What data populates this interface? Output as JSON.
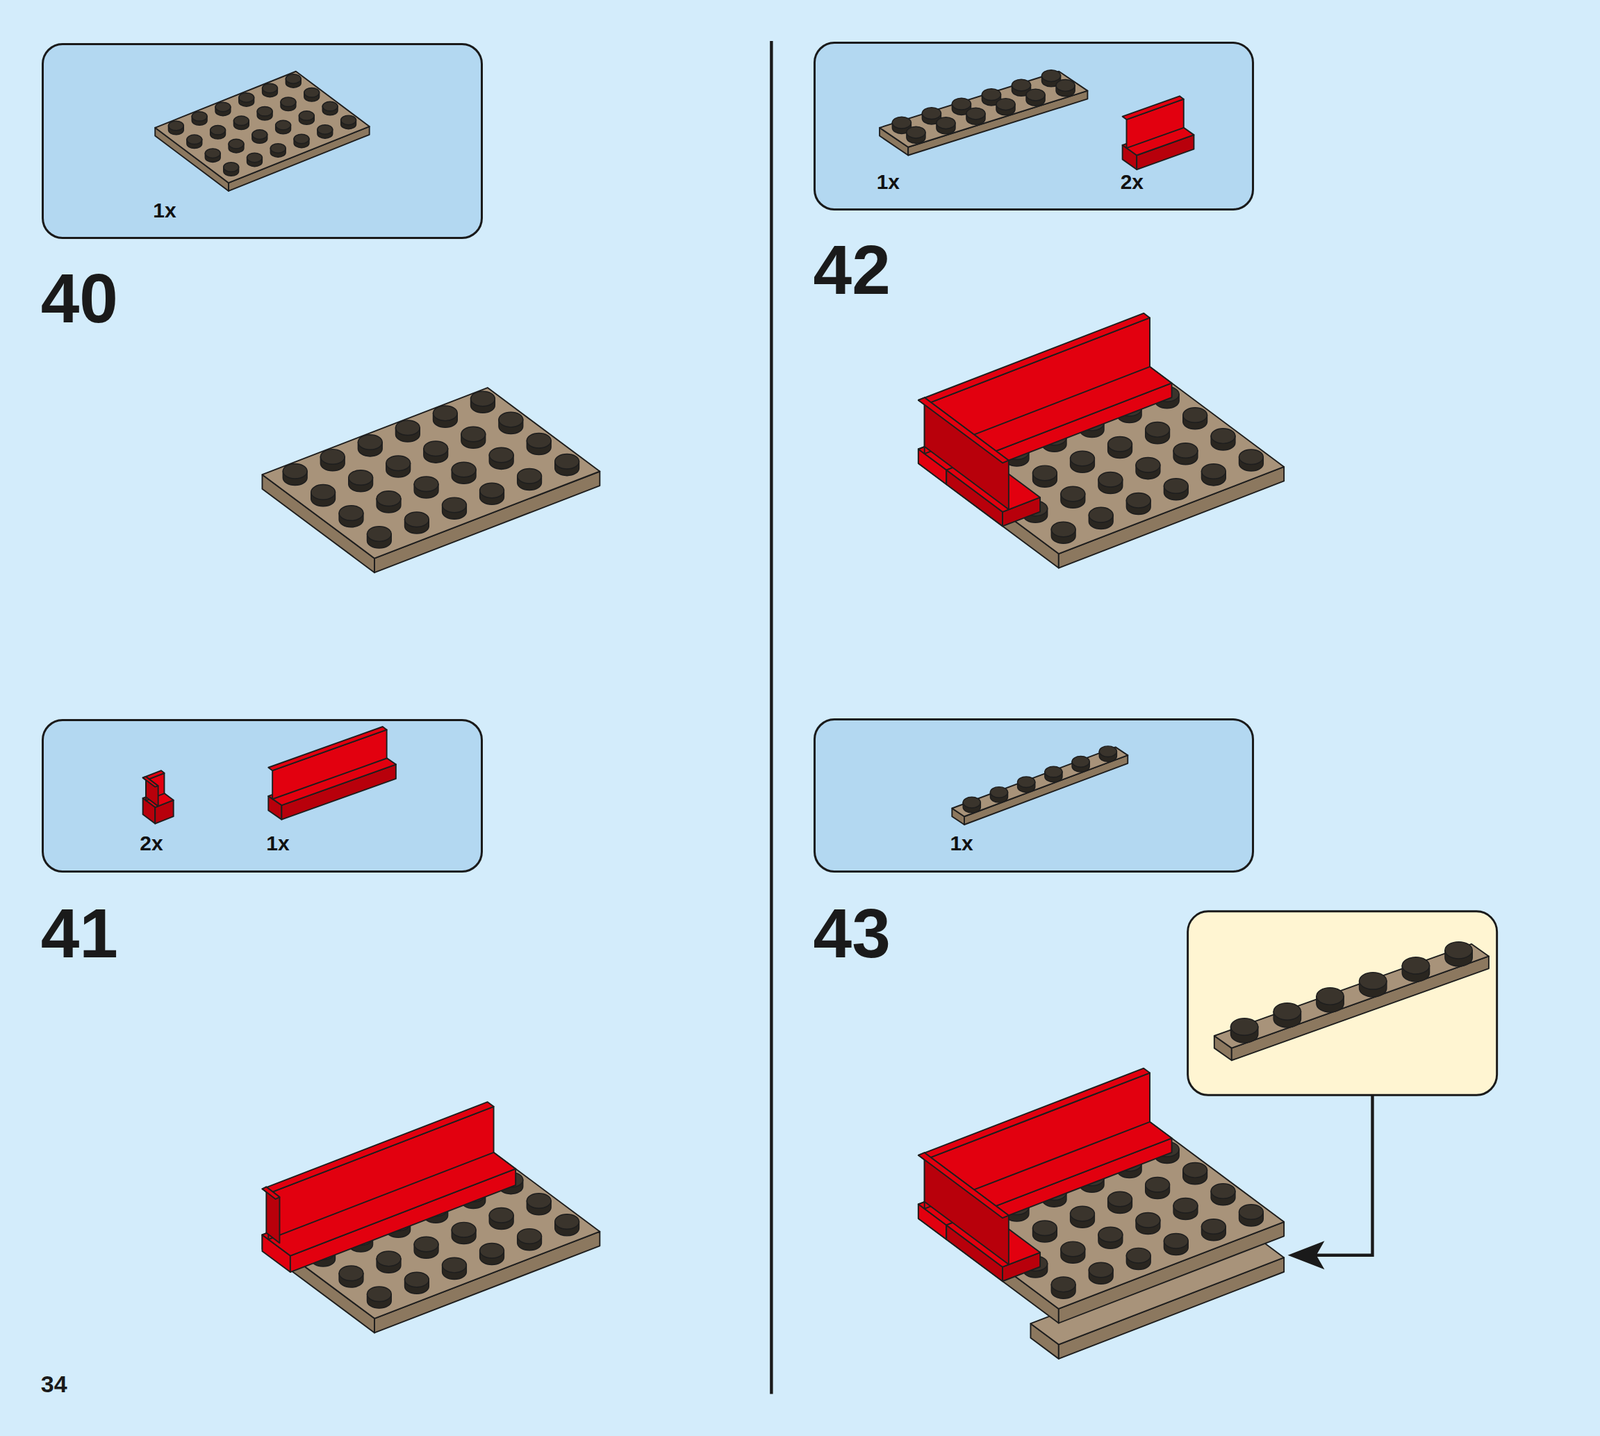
{
  "diagram": {
    "nodes": [
      {
        "text": [
          "1x"
        ]
      },
      {
        "text": [
          "2x",
          "1x"
        ]
      },
      {
        "text": [
          "1x",
          "2x"
        ]
      },
      {
        "text": [
          "1x"
        ]
      }
    ],
    "labels": [
      "40",
      "41",
      "42",
      "43",
      "34"
    ]
  }
}
